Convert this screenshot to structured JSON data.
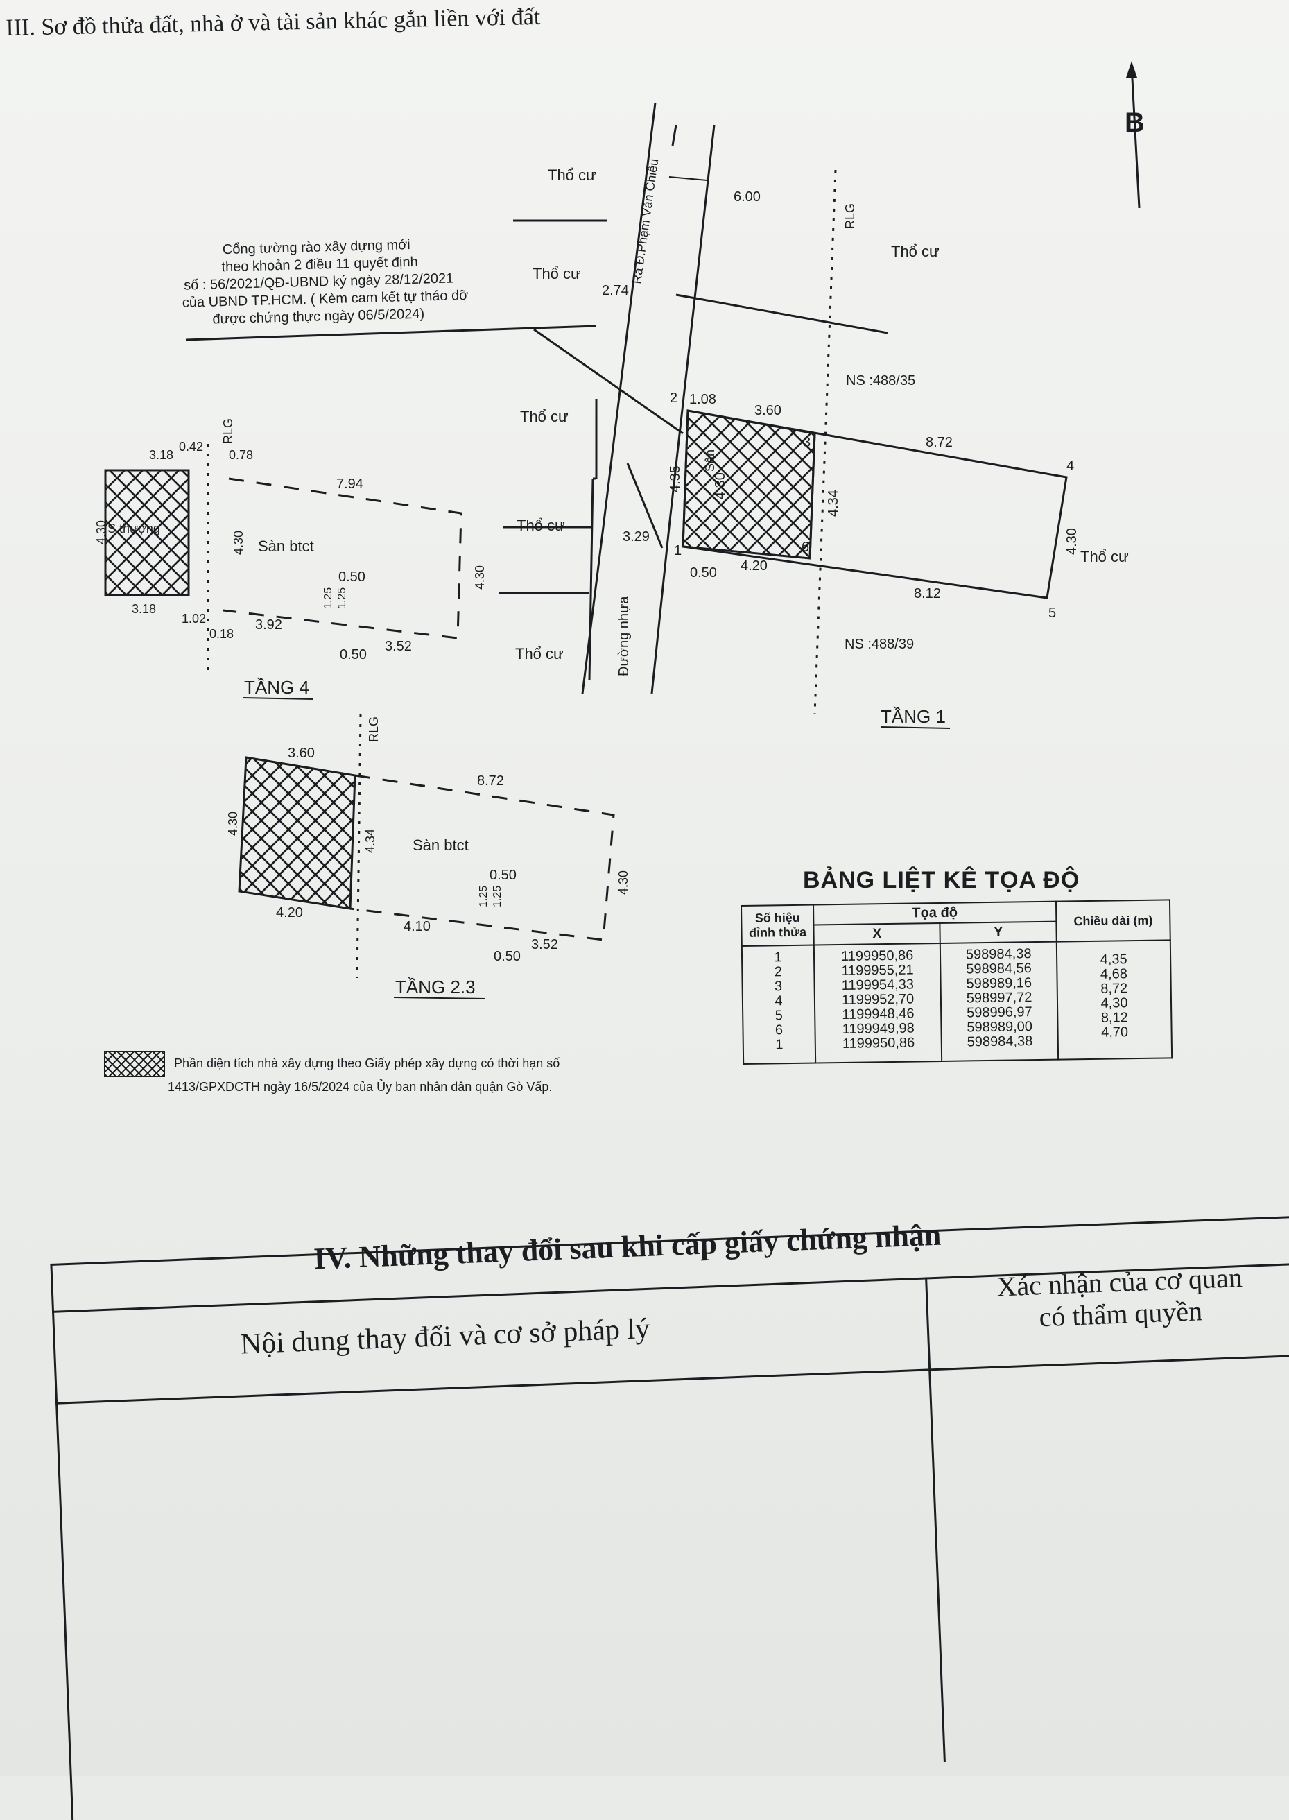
{
  "section_iii": {
    "title": "III. Sơ đồ thửa đất, nhà ở và tài sản khác gắn liền với đất"
  },
  "site_plan": {
    "north": "B",
    "neighbors": [
      "Thổ cư",
      "Thổ cư",
      "Thổ cư",
      "Thổ cư",
      "Thổ cư",
      "Thổ cư",
      "Thổ cư"
    ],
    "street": "Ra Đ.Phạm Văn Chiêu",
    "road_surface": "Đường nhựa",
    "rlg": "RLG",
    "ns_top": "NS :488/35",
    "ns_bottom": "NS :488/39",
    "porch": "Sân",
    "fence_note": [
      "Cổng tường rào xây dựng mới",
      "theo khoản 2 điều 11 quyết định",
      "số : 56/2021/QĐ-UBND ký ngày 28/12/2021",
      "của UBND TP.HCM. ( Kèm cam kết tự tháo dỡ",
      "được chứng thực ngày 06/5/2024)"
    ],
    "dims": {
      "road_width": "6.00",
      "setback": "2.74",
      "d108": "1.08",
      "d360": "3.60",
      "d872": "8.72",
      "d435": "4.35",
      "d430a": "4.30",
      "d434": "4.34",
      "d430b": "4.30",
      "d329": "3.29",
      "d050": "0.50",
      "d420": "4.20",
      "d812": "8.12"
    },
    "vertices": [
      "1",
      "2",
      "3",
      "4",
      "5",
      "6"
    ],
    "floor_label": "TẦNG 1"
  },
  "floor4": {
    "label": "TẦNG 4",
    "room": "Sàn btct",
    "balcony": "S.thượng",
    "dims": [
      "3.18",
      "0.42",
      "0.78",
      "7.94",
      "4.30",
      "4.30",
      "0.50",
      "1.25",
      "1.25",
      "4.30",
      "3.18",
      "1.02",
      "0.18",
      "3.92",
      "0.50",
      "3.52"
    ],
    "rlg": "RLG"
  },
  "floor23": {
    "label": "TẦNG 2.3",
    "room": "Sàn btct",
    "dims": [
      "3.60",
      "8.72",
      "4.30",
      "4.34",
      "0.50",
      "1.25",
      "1.25",
      "4.30",
      "4.20",
      "4.10",
      "3.52",
      "0.50"
    ],
    "rlg": "RLG"
  },
  "legend": {
    "text1": "Phần diện tích nhà xây dựng theo Giấy phép xây dựng có thời hạn số",
    "text2": "1413/GPXDCTH ngày 16/5/2024 của Ủy ban nhân dân quận Gò Vấp."
  },
  "coord_table": {
    "title": "BẢNG LIỆT KÊ TỌA ĐỘ",
    "header_vertex": "Số hiệu đỉnh thửa",
    "header_coord": "Tọa độ",
    "header_x": "X",
    "header_y": "Y",
    "header_length": "Chiều dài (m)",
    "rows": [
      {
        "v": "1",
        "x": "1199950,86",
        "y": "598984,38",
        "len": "4,35"
      },
      {
        "v": "2",
        "x": "1199955,21",
        "y": "598984,56",
        "len": "4,68"
      },
      {
        "v": "3",
        "x": "1199954,33",
        "y": "598989,16",
        "len": "8,72"
      },
      {
        "v": "4",
        "x": "1199952,70",
        "y": "598997,72",
        "len": "4,30"
      },
      {
        "v": "5",
        "x": "1199948,46",
        "y": "598996,97",
        "len": "8,12"
      },
      {
        "v": "6",
        "x": "1199949,98",
        "y": "598989,00",
        "len": "4,70"
      },
      {
        "v": "1",
        "x": "1199950,86",
        "y": "598984,38",
        "len": ""
      }
    ]
  },
  "section_iv": {
    "title": "IV. Những thay đổi sau khi cấp giấy chứng nhận",
    "col_content": "Nội dung thay đổi và cơ sở pháp lý",
    "col_confirm_1": "Xác nhận của cơ quan",
    "col_confirm_2": "có thẩm quyền"
  }
}
